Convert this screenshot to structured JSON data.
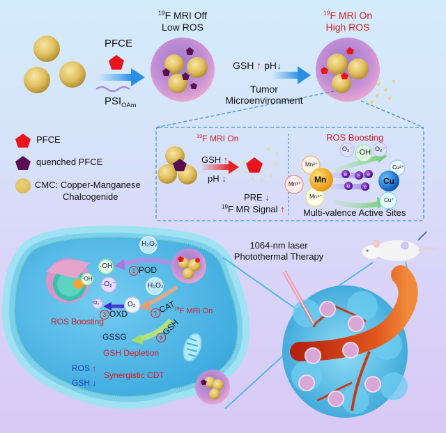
{
  "top_row": {
    "reagent_label": "PFCE",
    "polymer_label": "PSI",
    "polymer_sub": "OAm",
    "state_off": {
      "sup": "19",
      "line1": "F MRI Off",
      "line2": "Low ROS"
    },
    "state_on": {
      "sup": "19",
      "line1": "F MRI On",
      "line2": "High ROS"
    },
    "trigger": {
      "gsh": "GSH",
      "ph": "pH",
      "line1": "Tumor",
      "line2": "Microenvironment"
    }
  },
  "legend": {
    "items": [
      {
        "label": "PFCE",
        "color": "#e8141b"
      },
      {
        "label": "quenched PFCE",
        "color": "#5a0f50"
      },
      {
        "label": "CMC: Copper-Manganese",
        "label2": "Chalcogenide",
        "color": "#e3c66c"
      }
    ]
  },
  "inset": {
    "left": {
      "title_sup": "19",
      "title": "F MRI On",
      "gsh": "GSH",
      "ph": "pH",
      "pre": "PRE",
      "signal_sup": "19",
      "signal": "F MR Signal"
    },
    "right": {
      "title": "ROS Boosting",
      "species": [
        "O₂⁻",
        "·OH",
        "O₂⁻"
      ],
      "mn": {
        "center": "Mn",
        "ions": [
          "Mn²⁺",
          "Mn³⁺",
          "Mn⁴⁺"
        ]
      },
      "cu": {
        "center": "Cu",
        "ions": [
          "Cu²⁺",
          "Cu⁺"
        ]
      },
      "electron": "e",
      "caption": "Multi-valence Active Sites"
    }
  },
  "cell": {
    "h2o2_a": "H₂O₂",
    "h2o2_b": "H₂O₂",
    "oh_a": "·OH",
    "oh_b": "·OH",
    "o2_rad": "·O₂⁻",
    "o2": "O₂",
    "o2_small": "O₂⁻",
    "steps": [
      {
        "num": "1",
        "label": "POD"
      },
      {
        "num": "2",
        "label": "CAT"
      },
      {
        "num": "3",
        "label": "OXD"
      },
      {
        "num": "4",
        "label": "GSH"
      }
    ],
    "mri_on_sup": "19",
    "mri_on": "F MRI On",
    "ros_boosting": "ROS Boosting",
    "gssg": "GSSG",
    "gsh_depletion": "GSH Depletion",
    "ros": "ROS",
    "gsh": "GSH",
    "synergistic": "Synergistic CDT"
  },
  "therapy": {
    "line1": "1064-nm laser",
    "line2": "Photothermal Therapy"
  },
  "colors": {
    "accent_red": "#d41e26",
    "accent_blue": "#1a3bbf",
    "dash_blue": "#3f95c9",
    "cell_fill": "#5fc1ea",
    "nanoparticle_gold": "#e3c66c",
    "shell_purple": "#c98fd6"
  }
}
